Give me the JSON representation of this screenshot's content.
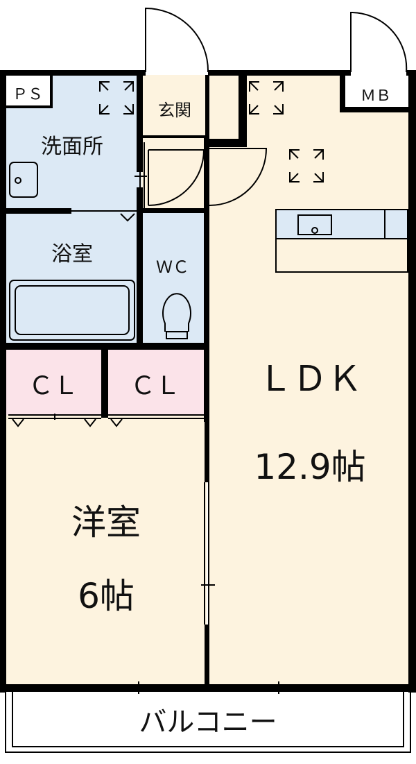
{
  "colors": {
    "wet_area": "#dce9f5",
    "living": "#fdf3df",
    "closet": "#fbe3e9",
    "wall": "#000000",
    "background": "#ffffff"
  },
  "labels": {
    "ps": "ＰＳ",
    "mb": "ＭＢ",
    "washroom": "洗面所",
    "entrance": "玄関",
    "bath": "浴室",
    "wc": "ＷＣ",
    "closet_1": "ＣＬ",
    "closet_2": "ＣＬ",
    "ldk": "ＬＤＫ",
    "ldk_size": "12.9帖",
    "western_room": "洋室",
    "western_size": "6帖",
    "balcony": "バルコニー"
  },
  "icons": [
    "sensor-icon",
    "sensor-icon",
    "sensor-icon",
    "sink-icon",
    "bathtub-icon",
    "toilet-icon",
    "kitchen-sink-icon"
  ]
}
